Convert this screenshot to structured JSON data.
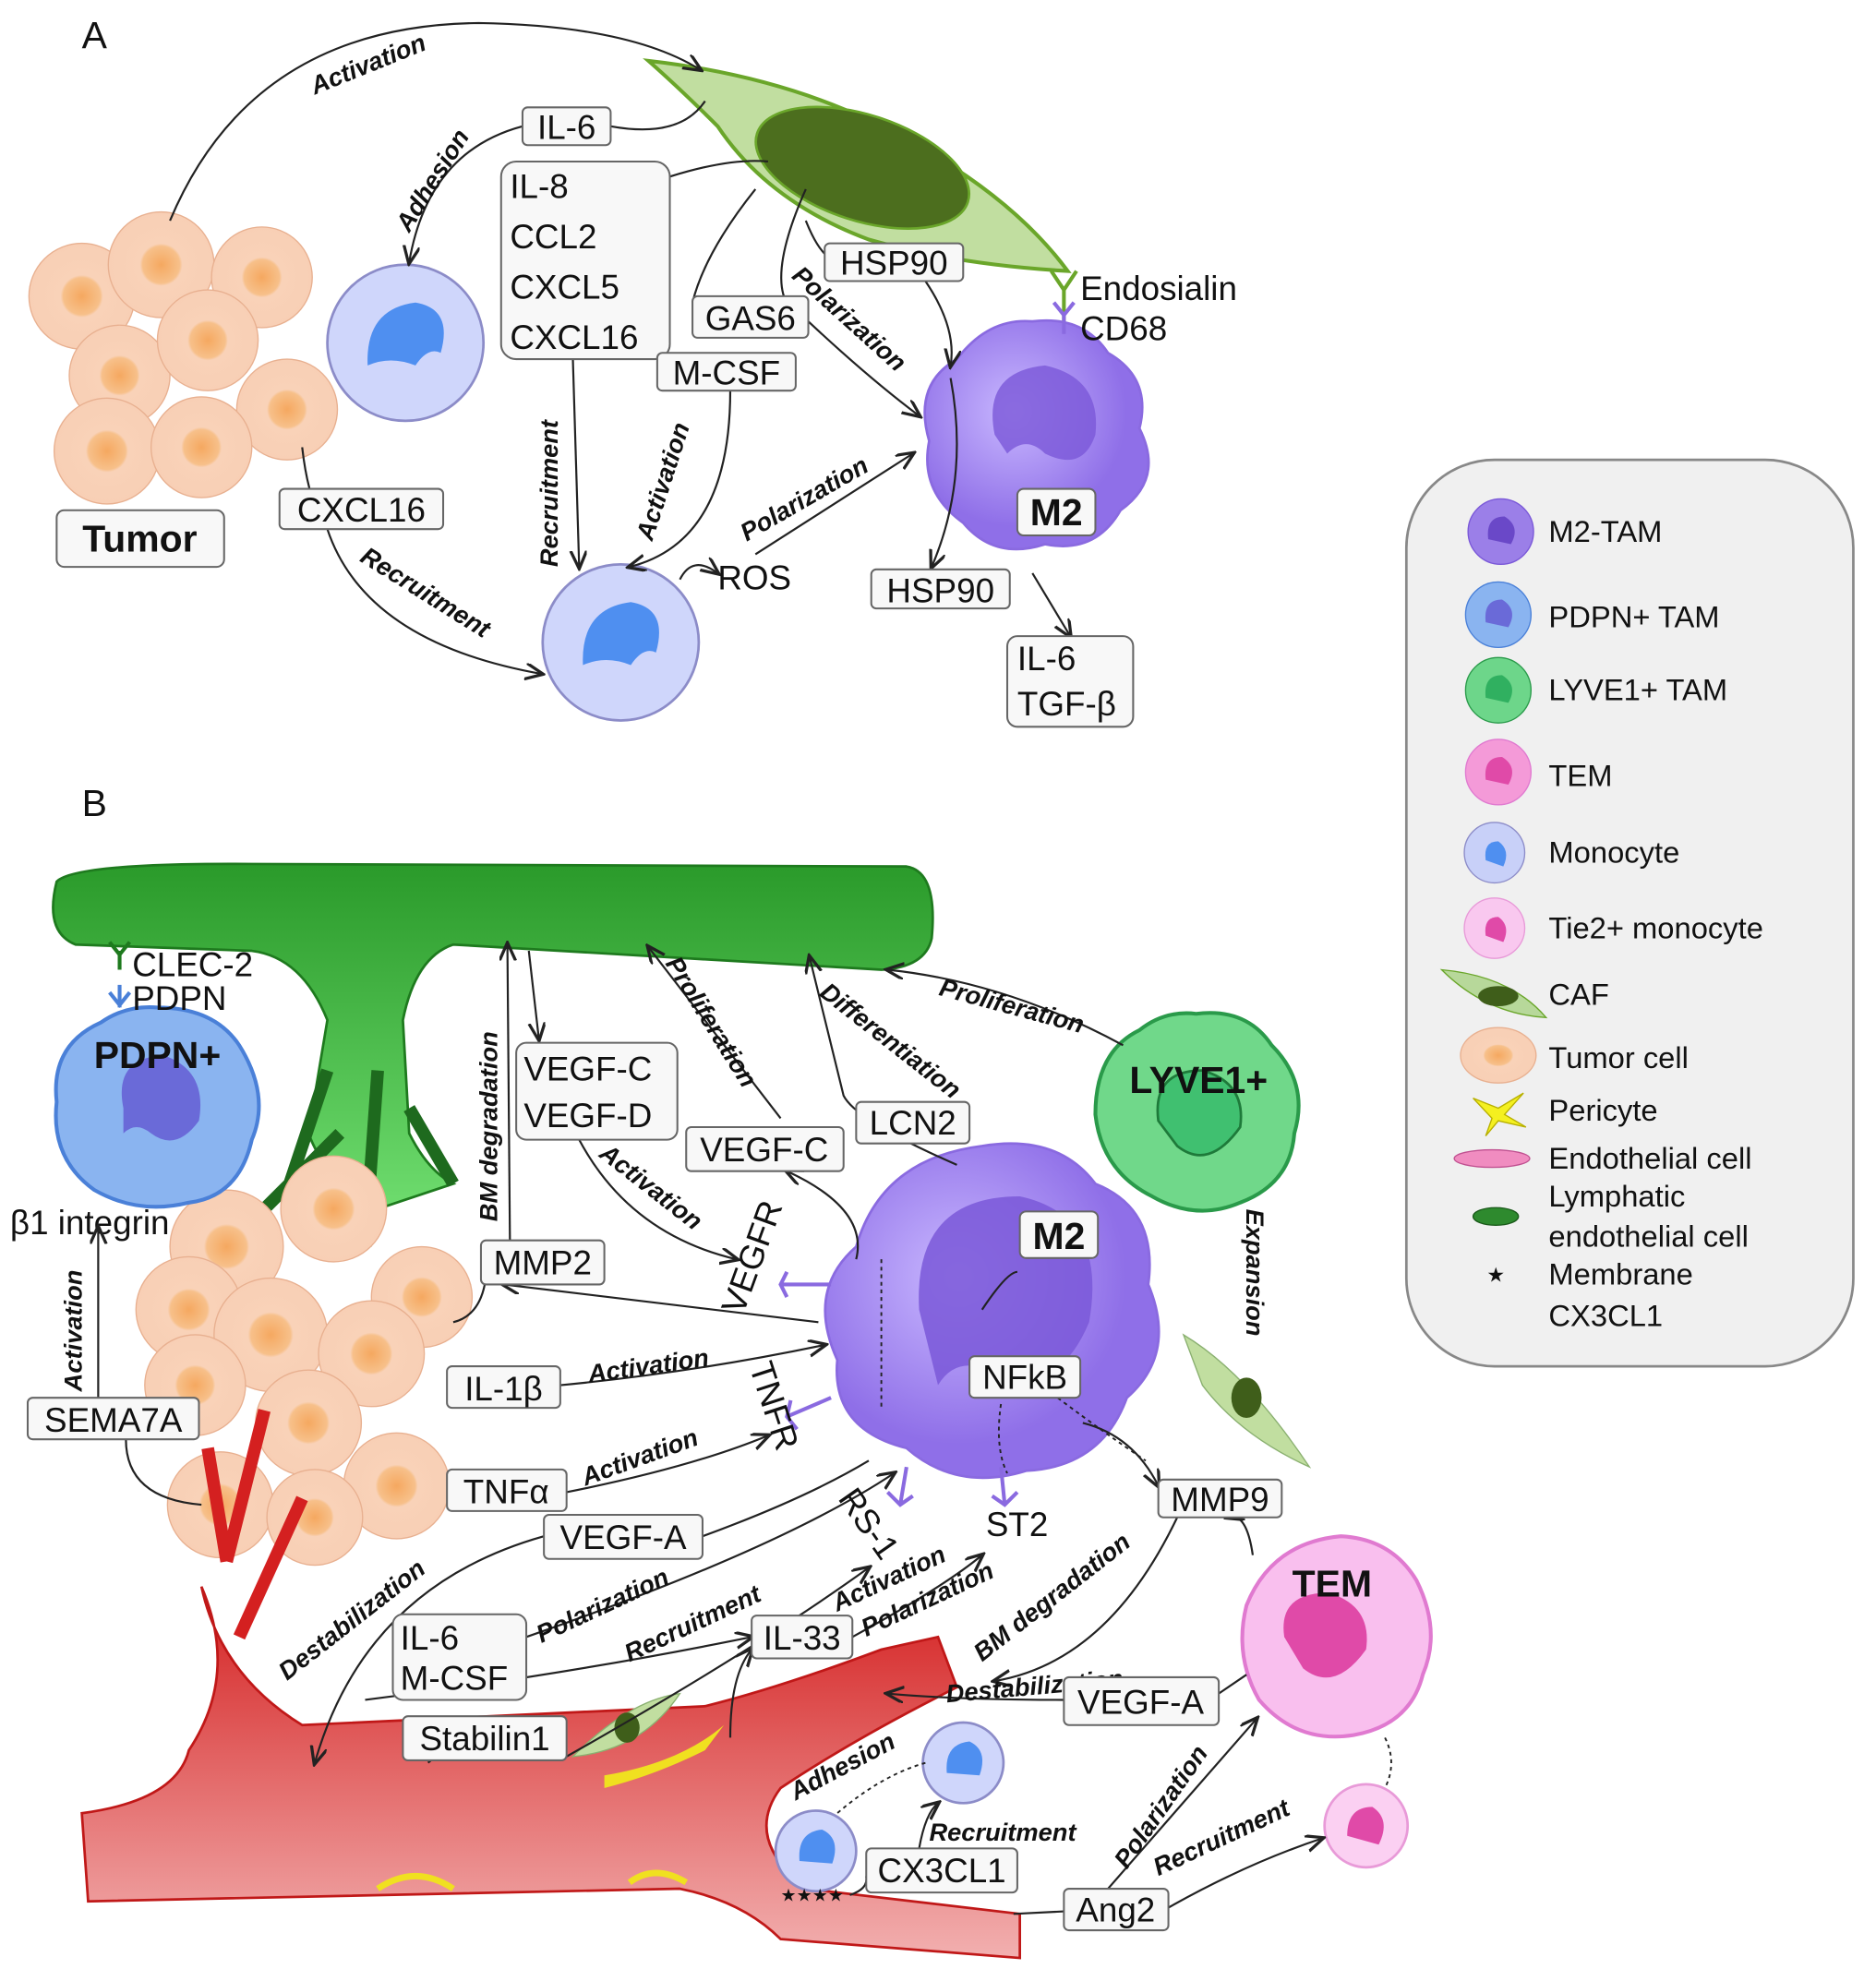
{
  "panel_a": {
    "panel_label": "A",
    "cells": {
      "tumor": "Tumor",
      "m2": "M2"
    },
    "boxes": {
      "il6": "IL-6",
      "chemokines": [
        "IL-8",
        "CCL2",
        "CXCL5",
        "CXCL16"
      ],
      "hsp90_top": "HSP90",
      "gas6": "GAS6",
      "mcsf": "M-CSF",
      "cxcl16": "CXCL16",
      "hsp90_bottom": "HSP90",
      "m2_out": [
        "IL-6",
        "TGF-β"
      ]
    },
    "texts": {
      "endosialin": "Endosialin",
      "cd68": "CD68",
      "ros": "ROS"
    },
    "arrows": {
      "activation": "Activation",
      "adhesion": "Adhesion",
      "polarization_caf": "Polarization",
      "recruitment_vertical": "Recruitment",
      "activation_mcsf": "Activation",
      "polarization_ros": "Polarization",
      "recruitment_cxcl16": "Recruitment"
    }
  },
  "panel_b": {
    "panel_label": "B",
    "cells": {
      "pdpn": "PDPN+",
      "lyve1": "LYVE1+",
      "m2": "M2",
      "tem": "TEM"
    },
    "texts": {
      "clec2": "CLEC-2",
      "pdpn": "PDPN",
      "b1_integrin": "β1 integrin",
      "vegfr": "VEGFR",
      "tnfr": "TNFR",
      "rs1": "RS-1",
      "st2": "ST2"
    },
    "boxes": {
      "vegf_cd": [
        "VEGF-C",
        "VEGF-D"
      ],
      "vegfc": "VEGF-C",
      "lcn2": "LCN2",
      "mmp2": "MMP2",
      "nfkb": "NFkB",
      "il1b": "IL-1β",
      "sema7a": "SEMA7A",
      "tnfa": "TNFα",
      "mmp9": "MMP9",
      "vegfa_left": "VEGF-A",
      "il6_mcsf": [
        "IL-6",
        "M-CSF"
      ],
      "il33": "IL-33",
      "vegfa_tem": "VEGF-A",
      "stabilin1": "Stabilin1",
      "cx3cl1": "CX3CL1",
      "ang2": "Ang2"
    },
    "arrows": {
      "bm_degradation_1": "BM degradation",
      "proliferation_1": "Proliferation",
      "differentiation": "Differentiation",
      "proliferation_2": "Proliferation",
      "activation_vegfr": "Activation",
      "expansion": "Expansion",
      "activation_il1b": "Activation",
      "activation_sema7a": "Activation",
      "activation_tnfa": "Activation",
      "destabilization_1": "Destabilization",
      "polarization_1": "Polarization",
      "recruitment_1": "Recruitment",
      "activation_il33": "Activation",
      "polarization_il33": "Polarization",
      "bm_degradation_2": "BM degradation",
      "destabilization_2": "Destabilization",
      "adhesion": "Adhesion",
      "recruitment_cx3cl1": "Recruitment",
      "polarization_ang2": "Polarization",
      "recruitment_ang2": "Recruitment"
    }
  },
  "legend": {
    "items": [
      {
        "label": "M2-TAM",
        "icon": "m2-tam-icon",
        "color": "#9b7fe8"
      },
      {
        "label": "PDPN+ TAM",
        "icon": "pdpn-tam-icon",
        "color": "#8ab4f0"
      },
      {
        "label": "LYVE1+ TAM",
        "icon": "lyve1-tam-icon",
        "color": "#6dd68a"
      },
      {
        "label": "TEM",
        "icon": "tem-icon",
        "color": "#f49ad8"
      },
      {
        "label": "Monocyte",
        "icon": "monocyte-icon",
        "color": "#c8d0f8"
      },
      {
        "label": "Tie2+ monocyte",
        "icon": "tie2-monocyte-icon",
        "color": "#f9c8ef"
      },
      {
        "label": "CAF",
        "icon": "caf-icon",
        "color": "#b7d89a"
      },
      {
        "label": "Tumor cell",
        "icon": "tumor-cell-icon",
        "color": "#f8cfb5"
      },
      {
        "label": "Pericyte",
        "icon": "pericyte-icon",
        "color": "#f4f020"
      },
      {
        "label": "Endothelial cell",
        "icon": "endothelial-cell-icon",
        "color": "#f08cc0"
      },
      {
        "label": "Lymphatic endothelial cell",
        "lines": [
          "Lymphatic",
          "endothelial cell"
        ],
        "icon": "lymphatic-endothelial-icon",
        "color": "#2e8a2e"
      },
      {
        "label": "Membrane CX3CL1",
        "lines": [
          "Membrane",
          "CX3CL1"
        ],
        "icon": "star-icon",
        "color": "#f0d020"
      }
    ]
  }
}
